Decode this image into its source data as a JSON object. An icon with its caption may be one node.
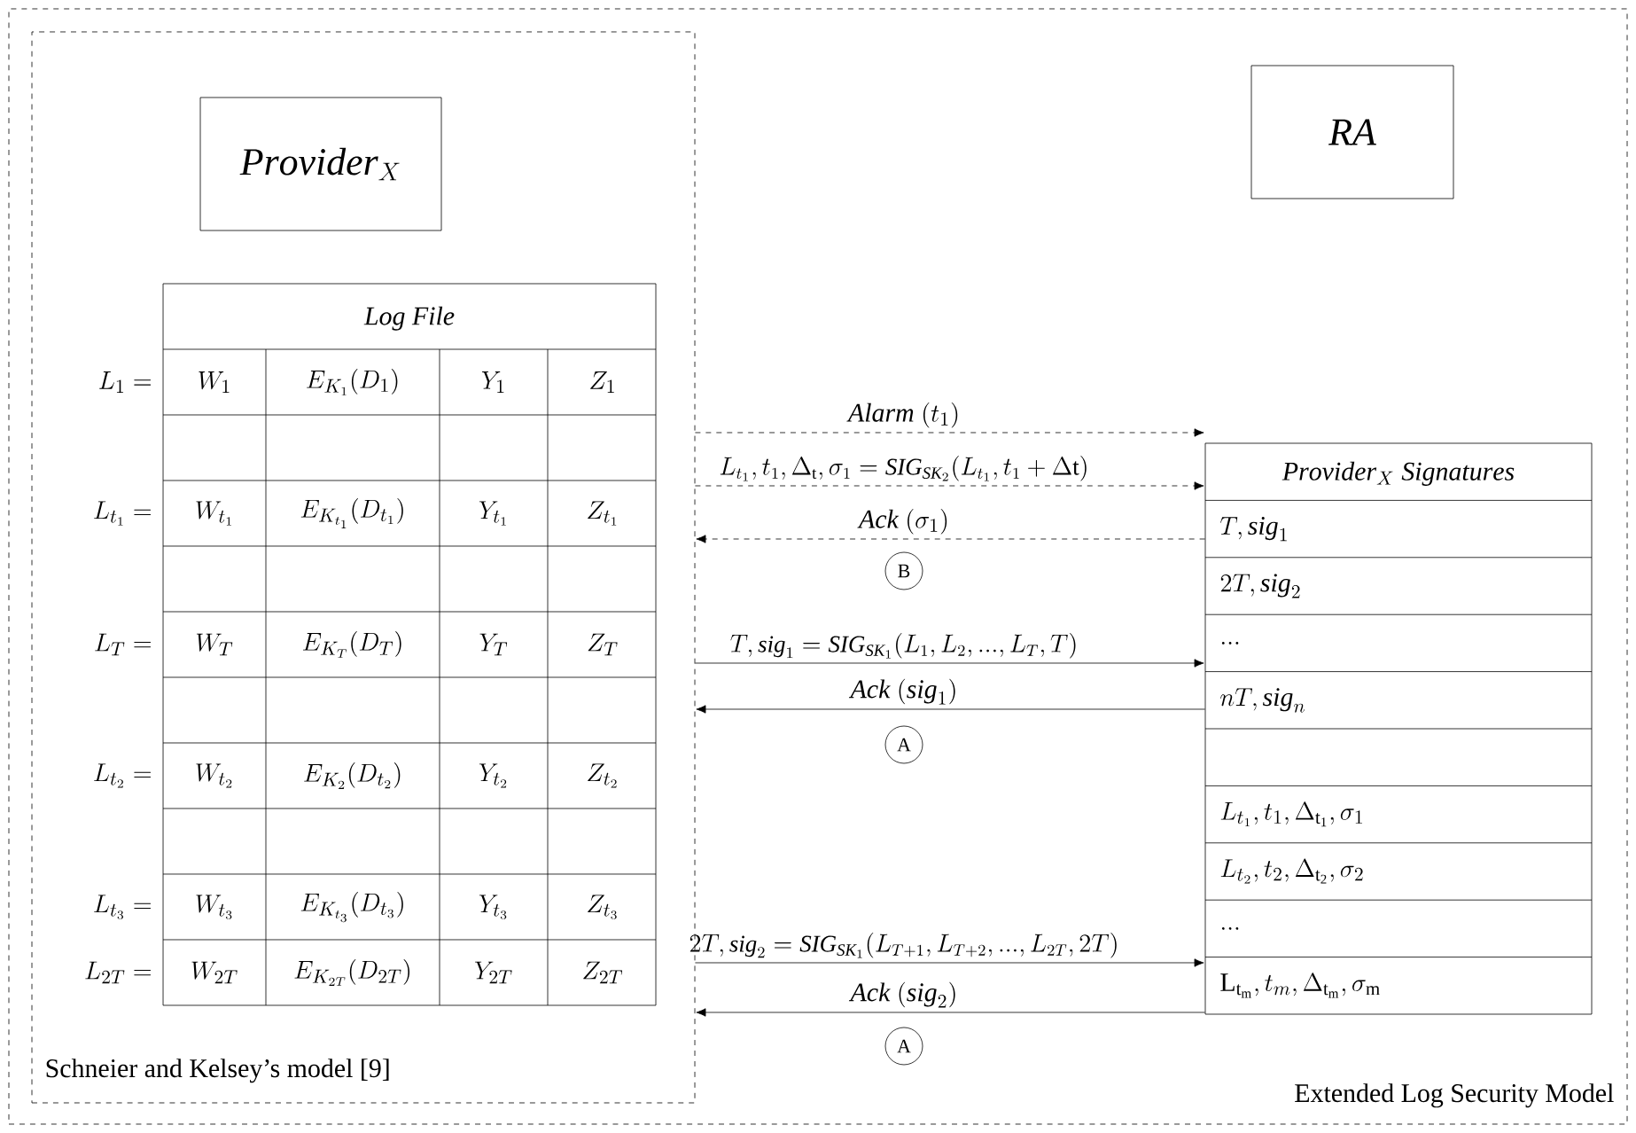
{
  "diagram": {
    "nodes": [
      {
        "text": [
          "Extended Log Security Model"
        ]
      },
      {
        "text": [
          "Schneier and Kelsey’s model [9]"
        ],
        "in": 0
      },
      {
        "text": [
          "\\mathit{Provider}_{X}"
        ],
        "in": 1
      },
      {
        "text": [
          "\\mathit{RA}"
        ],
        "in": 0
      },
      {
        "text": [
          "Log File"
        ],
        "in": 1
      },
      {
        "text": [
          "\\mathit{Provider}_{X}\\ \\mathit{Signatures}"
        ],
        "in": 0
      },
      {
        "text": [
          "B"
        ],
        "in": 0
      },
      {
        "text": [
          "A"
        ],
        "in": 0
      },
      {
        "text": [
          "A"
        ],
        "in": 0
      }
    ],
    "edges": [
      {
        "from": 1,
        "to": 5,
        "arrow": "to",
        "style": "dashed",
        "label": "\\mathit{Alarm}\\ (t_{1})"
      },
      {
        "from": 1,
        "to": 5,
        "arrow": "to",
        "style": "dashed",
        "label": "L_{t_{1}}, t_{1}, \\Delta_{\\mathrm{t}}, \\sigma_{1} = \\mathit{SIG}_{\\mathit{SK}_{2}}(L_{t_{1}}, t_{1} + \\Delta \\mathrm{t})"
      },
      {
        "from": 5,
        "to": 1,
        "arrow": "to",
        "style": "dashed",
        "label": "\\mathit{Ack}\\ (\\sigma_{1})"
      },
      {
        "from": 1,
        "to": 5,
        "arrow": "to",
        "label": "T, \\mathit{sig}_{1} = \\mathit{SIG}_{\\mathit{SK}_{1}}(L_{1}, L_{2}, ..., L_{T}, T)"
      },
      {
        "from": 5,
        "to": 1,
        "arrow": "to",
        "label": "\\mathit{Ack}\\ (\\mathit{sig}_{1})"
      },
      {
        "from": 1,
        "to": 5,
        "arrow": "to",
        "label": "2T, \\mathit{sig}_{2} = \\mathit{SIG}_{\\mathit{SK}_{1}}(L_{T+1}, L_{T+2}, ..., L_{2T}, 2T)"
      },
      {
        "from": 5,
        "to": 1,
        "arrow": "to",
        "label": "\\mathit{Ack}\\ (\\mathit{sig}_{2})"
      }
    ],
    "labels": [
      "L_{1} =",
      "W_{1}",
      "E_{K_{1}}(D_{1})",
      "Y_{1}",
      "Z_{1}",
      "L_{t_{1}} =",
      "W_{t_{1}}",
      "E_{K_{t_{1}}}(D_{t_{1}})",
      "Y_{t_{1}}",
      "Z_{t_{1}}",
      "L_{T} =",
      "W_{T}",
      "E_{K_{T}}(D_{T})",
      "Y_{T}",
      "Z_{T}",
      "L_{t_{2}} =",
      "W_{t_{2}}",
      "E_{K_{2}}(D_{t_{2}})",
      "Y_{t_{2}}",
      "Z_{t_{2}}",
      "L_{t_{3}} =",
      "W_{t_{3}}",
      "E_{K_{t_{3}}}(D_{t_{3}})",
      "Y_{t_{3}}",
      "Z_{t_{3}}",
      "L_{2T} =",
      "W_{2T}",
      "E_{K_{2T}}(D_{2T})",
      "Y_{2T}",
      "Z_{2T}",
      "T, \\mathit{sig}_{1}",
      "2T, \\mathit{sig}_{2}",
      "...",
      "nT, \\mathit{sig}_{n}",
      "L_{t_{1}}, t_{1}, \\Delta_{\\mathrm{t_1}}, \\sigma_{1}",
      "L_{t_{2}}, t_{2}, \\Delta_{\\mathrm{t_2}}, \\sigma_{2}",
      "...",
      "\\mathrm{L}_{\\mathrm{t_m}}, t_{m}, \\Delta_{\\mathrm{t_m}}, \\sigma_{\\mathrm{m}}"
    ]
  }
}
